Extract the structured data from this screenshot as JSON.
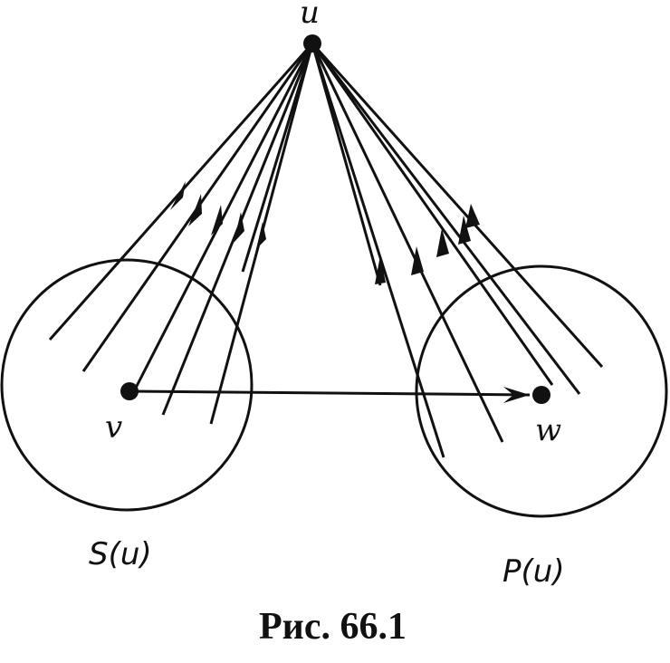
{
  "diagram": {
    "nodes": {
      "u": "u",
      "v": "v",
      "w": "w"
    },
    "sets": {
      "successors": "S(u)",
      "predecessors": "P(u)"
    },
    "caption": "Рис. 66.1",
    "ink_color": "#111111",
    "outgoing_edge_count": 6,
    "incoming_edge_count": 6
  }
}
